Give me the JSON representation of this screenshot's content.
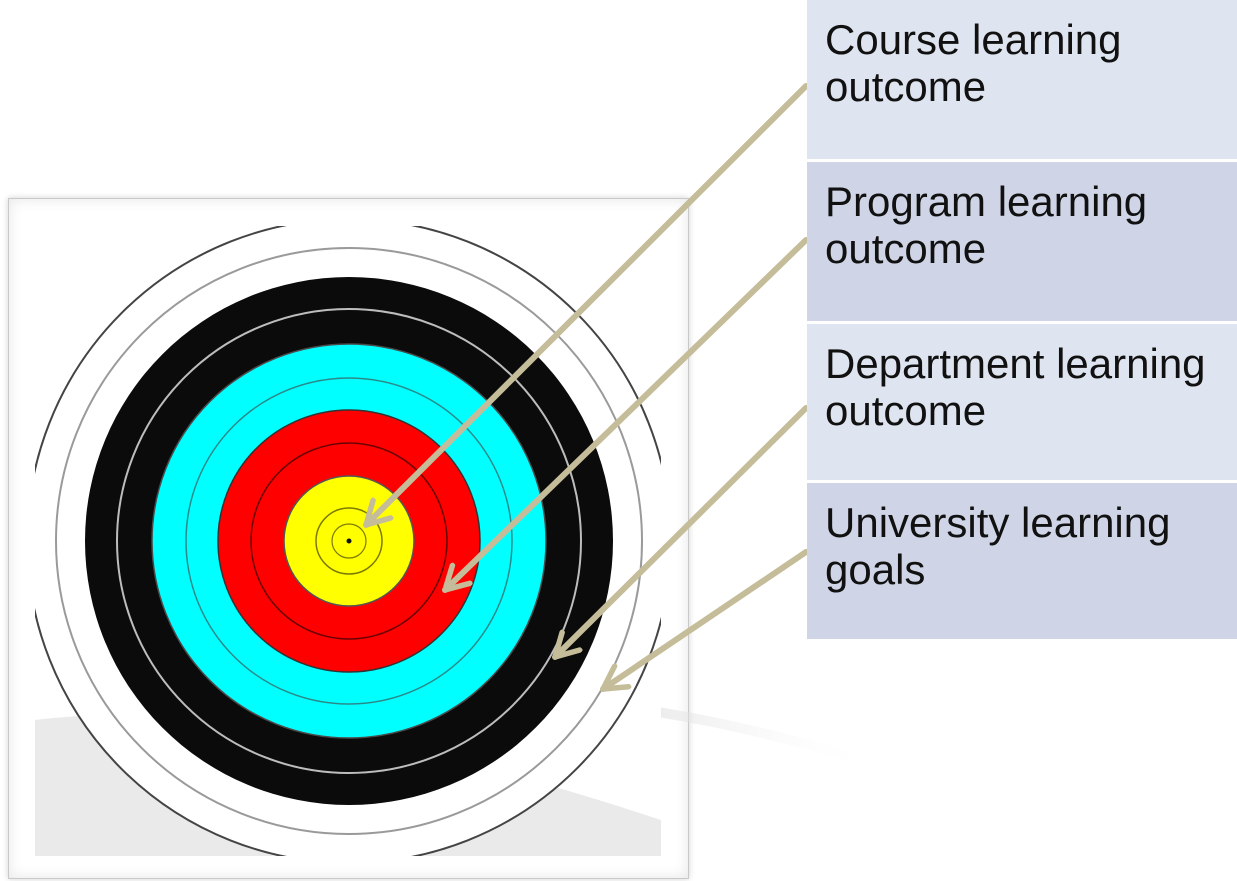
{
  "labels": [
    {
      "text": "Course learning outcome"
    },
    {
      "text": "Program learning outcome"
    },
    {
      "text": "Department learning outcome"
    },
    {
      "text": "University learning goals"
    }
  ],
  "colors": {
    "box_light": "#dfe5f0",
    "box_dark": "#cfd5e6",
    "arrow": "#c5bd99",
    "ring_white": "#ffffff",
    "ring_black": "#0b0b0b",
    "ring_blue": "#00ffff",
    "ring_red": "#ff0000",
    "ring_gold": "#ffff00"
  }
}
